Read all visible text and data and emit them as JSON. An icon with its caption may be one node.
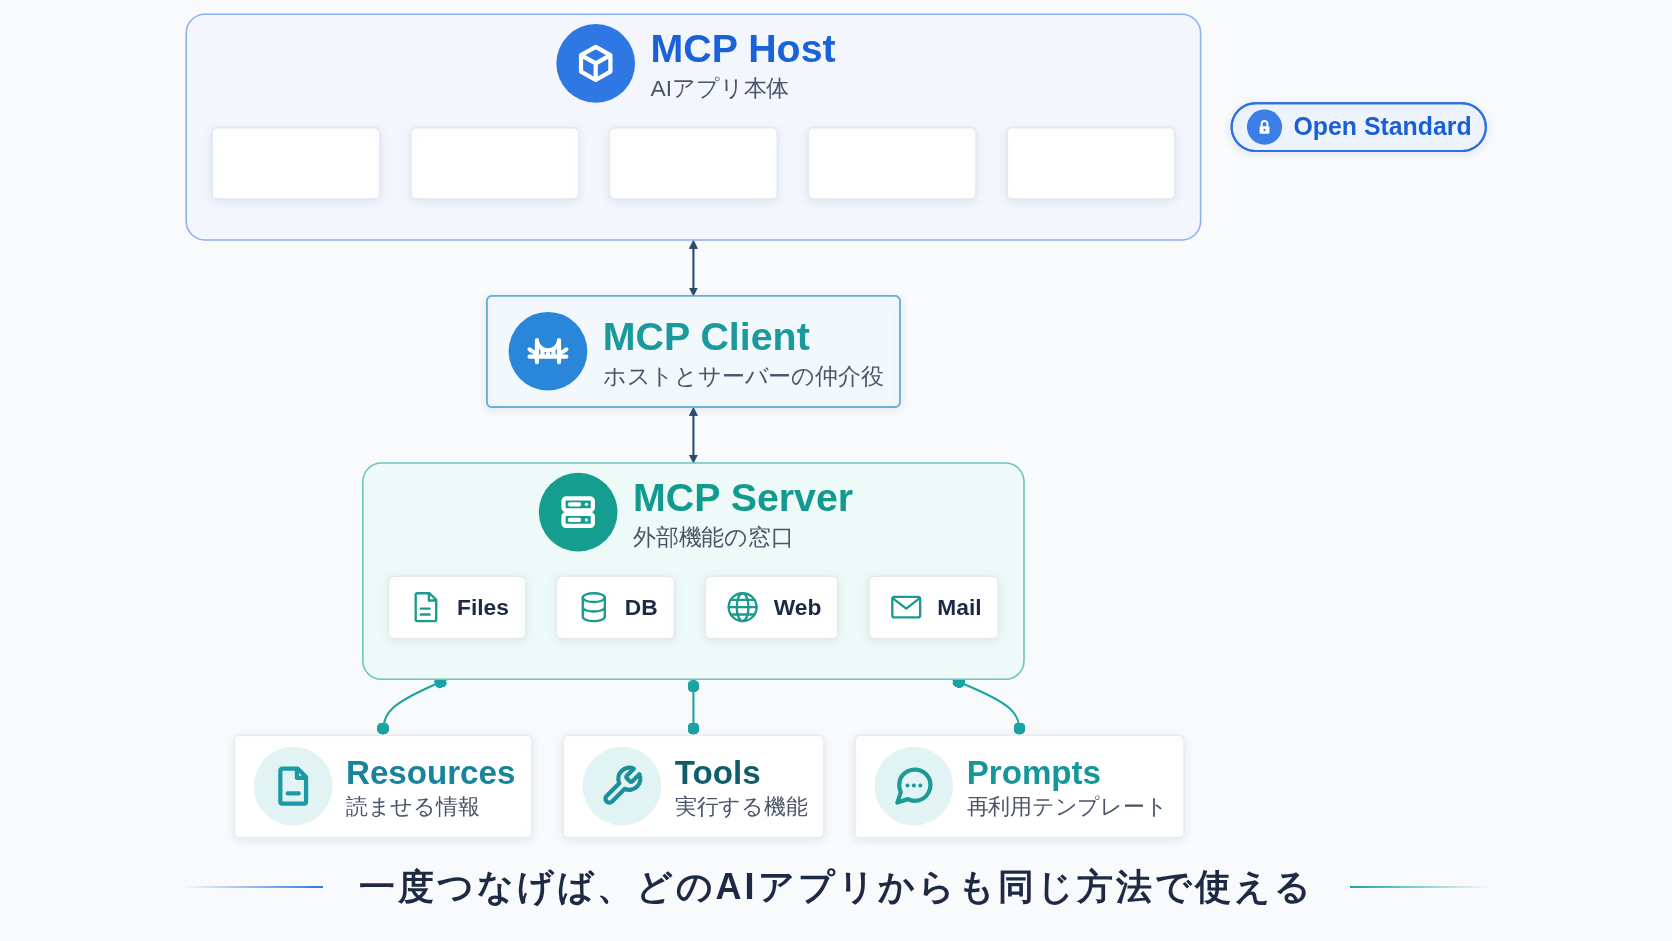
{
  "diagram": {
    "caption": "一度つなげば、どのAIアプリからも同じ方法で使える",
    "nodes": [
      {
        "text": [
          "Open Standard"
        ]
      },
      {
        "text": [
          "MCP Host",
          "AIアプリ本体"
        ]
      },
      {
        "text": [],
        "shape": "box",
        "in": 1
      },
      {
        "text": [],
        "shape": "box",
        "in": 1
      },
      {
        "text": [],
        "shape": "box",
        "in": 1
      },
      {
        "text": [],
        "shape": "box",
        "in": 1
      },
      {
        "text": [],
        "shape": "box",
        "in": 1
      },
      {
        "text": [
          "MCP Client",
          "ホストとサーバーの仲介役"
        ]
      },
      {
        "text": [
          "MCP Server",
          "外部機能の窓口"
        ]
      },
      {
        "text": [
          "Files"
        ],
        "in": 8
      },
      {
        "text": [
          "DB"
        ],
        "in": 8
      },
      {
        "text": [
          "Web"
        ],
        "in": 8
      },
      {
        "text": [
          "Mail"
        ],
        "in": 8
      },
      {
        "text": [
          "Resources",
          "読ませる情報"
        ]
      },
      {
        "text": [
          "Tools",
          "実行する機能"
        ]
      },
      {
        "text": [
          "Prompts",
          "再利用テンプレート"
        ]
      }
    ],
    "edges": [
      {
        "from": 1,
        "to": 7,
        "arrow": "both",
        "color": "#2c4a6e"
      },
      {
        "from": 7,
        "to": 8,
        "arrow": "both",
        "color": "#2c4a6e"
      },
      {
        "from": 8,
        "to": 13,
        "arrow": "other"
      },
      {
        "from": 8,
        "to": 14,
        "arrow": "other"
      },
      {
        "from": 8,
        "to": 15,
        "arrow": "other"
      }
    ]
  }
}
